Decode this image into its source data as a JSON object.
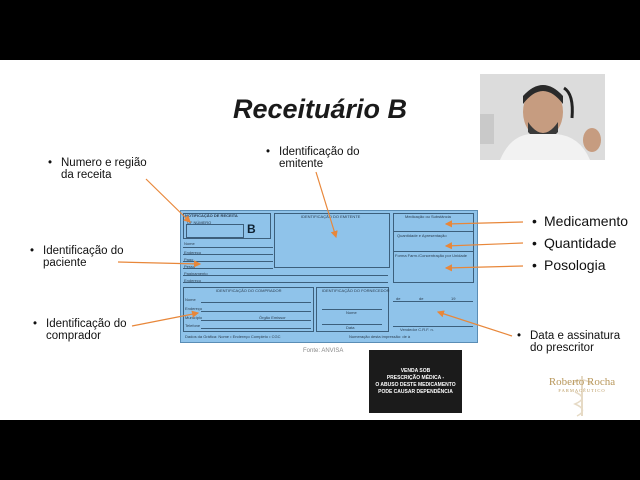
{
  "slide": {
    "title": "Receituário B",
    "left_labels": [
      {
        "line1": "Numero e região",
        "line2": "da receita"
      },
      {
        "line1": "Identificação do",
        "line2": "paciente"
      },
      {
        "line1": "Identificação do",
        "line2": "comprador"
      }
    ],
    "top_label": {
      "line1": "Identificação do",
      "line2": "emitente"
    },
    "right_labels": [
      "Medicamento",
      "Quantidade",
      "Posologia"
    ],
    "bottom_right_label": {
      "line1": "Data e assinatura",
      "line2": "do prescritor"
    },
    "bullet": "•",
    "source": "Fonte: ANVISA",
    "warning": {
      "line1": "VENDA SOB",
      "line2": "PRESCRIÇÃO MÉDICA -",
      "line3": "O ABUSO DESTE MEDICAMENTO",
      "line4": "PODE CAUSAR DEPENDÊNCIA"
    },
    "brand": {
      "name": "Roberto Rocha",
      "sub": "FARMACÊUTICO"
    }
  },
  "form": {
    "header": "NOTIFICAÇÃO DE RECEITA",
    "uf_number": "UF    NÚMERO",
    "letter": "B",
    "emitente_header": "IDENTIFICAÇÃO DO EMITENTE",
    "fields_left": [
      "Nome",
      "Endereço",
      "Pago",
      "Pesso",
      "Paginamento",
      "Endereço"
    ],
    "right_fields": [
      "Medicação ou Substância",
      "Quantidade e Apresentação",
      "Forma Farm./Concentração por Unidade"
    ],
    "comprador_header": "IDENTIFICAÇÃO DO COMPRADOR",
    "comprador_fields": [
      "Nome",
      "Endereço",
      "Município",
      "Telefone"
    ],
    "orgao_emissor": "Órgão Emissor",
    "fornecedor_header": "IDENTIFICAÇÃO DO FORNECEDOR",
    "fornecedor_fields": [
      "Nome",
      "Data"
    ],
    "date_marks": [
      "de",
      "de",
      "19"
    ],
    "vendedor": "Vendedor    C.R.F. n.",
    "footer_left": "Dados da Gráfica: Nome • Endereço Completo • CGC",
    "footer_right": "Numeração desta impressão:  de    à"
  },
  "colors": {
    "form_bg": "#8fc3ea",
    "arrow": "#e8873a",
    "title": "#1a1a1a",
    "warning_bg": "#1b1b1b",
    "brand": "#b8975b"
  }
}
